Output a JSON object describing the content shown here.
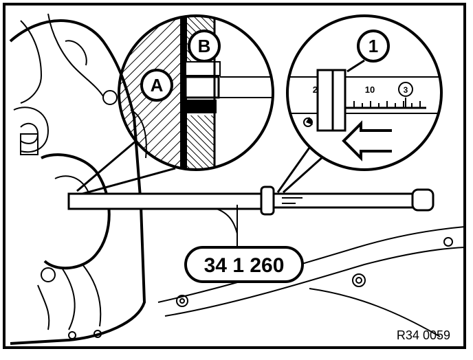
{
  "callouts": {
    "a": "A",
    "b": "B",
    "one": "1",
    "three": "3"
  },
  "scale": {
    "left_number": "2",
    "right_number": "10"
  },
  "tool_label": "34 1 260",
  "figure_code": "R34 0059"
}
